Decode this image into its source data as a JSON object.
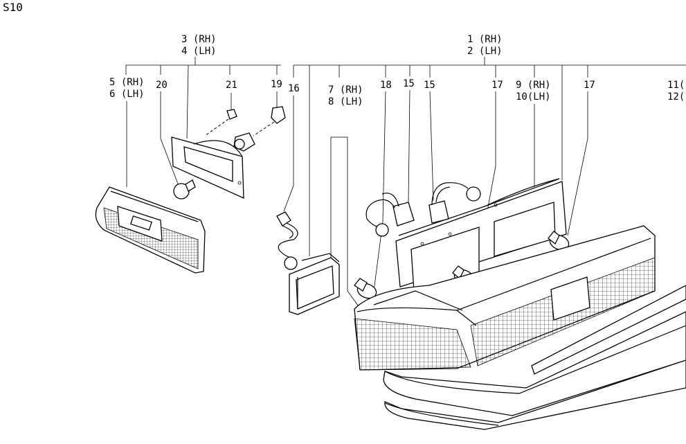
{
  "section_code": "S10",
  "callouts": [
    {
      "id": "c3",
      "line1": "3 (RH)",
      "line2": "4 (LH)"
    },
    {
      "id": "c1",
      "line1": "1 (RH)",
      "line2": "2 (LH)"
    },
    {
      "id": "c5",
      "line1": "5 (RH)",
      "line2": "6 (LH)"
    },
    {
      "id": "c20",
      "line1": "20",
      "line2": ""
    },
    {
      "id": "c21",
      "line1": "21",
      "line2": ""
    },
    {
      "id": "c19",
      "line1": "19",
      "line2": ""
    },
    {
      "id": "c16",
      "line1": "16",
      "line2": ""
    },
    {
      "id": "c7",
      "line1": "7 (RH)",
      "line2": "8 (LH)"
    },
    {
      "id": "c18",
      "line1": "18",
      "line2": ""
    },
    {
      "id": "c15a",
      "line1": "15",
      "line2": ""
    },
    {
      "id": "c15b",
      "line1": "15",
      "line2": ""
    },
    {
      "id": "c17a",
      "line1": "17",
      "line2": ""
    },
    {
      "id": "c9",
      "line1": "9 (RH)",
      "line2": "10(LH)"
    },
    {
      "id": "c17b",
      "line1": "17",
      "line2": ""
    },
    {
      "id": "c11",
      "line1": "11(",
      "line2": "12("
    }
  ]
}
